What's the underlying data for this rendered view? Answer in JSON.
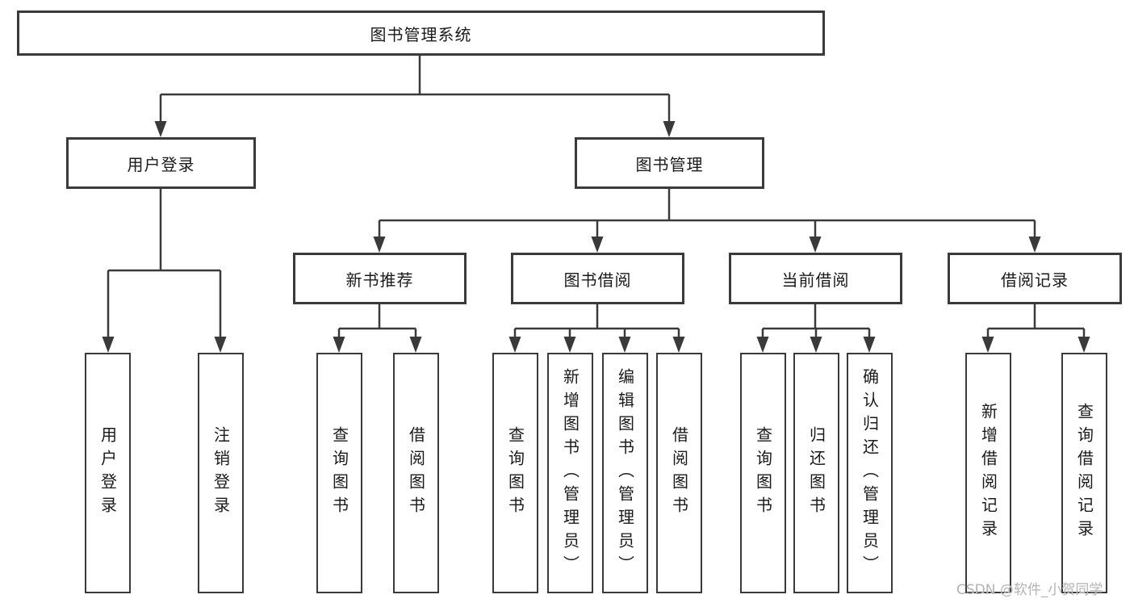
{
  "style": {
    "line_color": "#3a3a3a",
    "text_color": "#1a1a1a",
    "watermark_color": "#b3b3b3",
    "background": "#ffffff"
  },
  "tree": {
    "root": {
      "label": "图书管理系统",
      "children": [
        {
          "label": "用户登录",
          "children": [
            {
              "label": "用户登录"
            },
            {
              "label": "注销登录"
            }
          ]
        },
        {
          "label": "图书管理",
          "children": [
            {
              "label": "新书推荐",
              "children": [
                {
                  "label": "查询图书"
                },
                {
                  "label": "借阅图书"
                }
              ]
            },
            {
              "label": "图书借阅",
              "children": [
                {
                  "label": "查询图书"
                },
                {
                  "label": "新增图书（管理员）"
                },
                {
                  "label": "编辑图书（管理员）"
                },
                {
                  "label": "借阅图书"
                }
              ]
            },
            {
              "label": "当前借阅",
              "children": [
                {
                  "label": "查询图书"
                },
                {
                  "label": "归还图书"
                },
                {
                  "label": "确认归还（管理员）"
                }
              ]
            },
            {
              "label": "借阅记录",
              "children": [
                {
                  "label": "新增借阅记录"
                },
                {
                  "label": "查询借阅记录"
                }
              ]
            }
          ]
        }
      ]
    }
  },
  "watermark": {
    "text": "CSDN @软件_小贺同学"
  }
}
